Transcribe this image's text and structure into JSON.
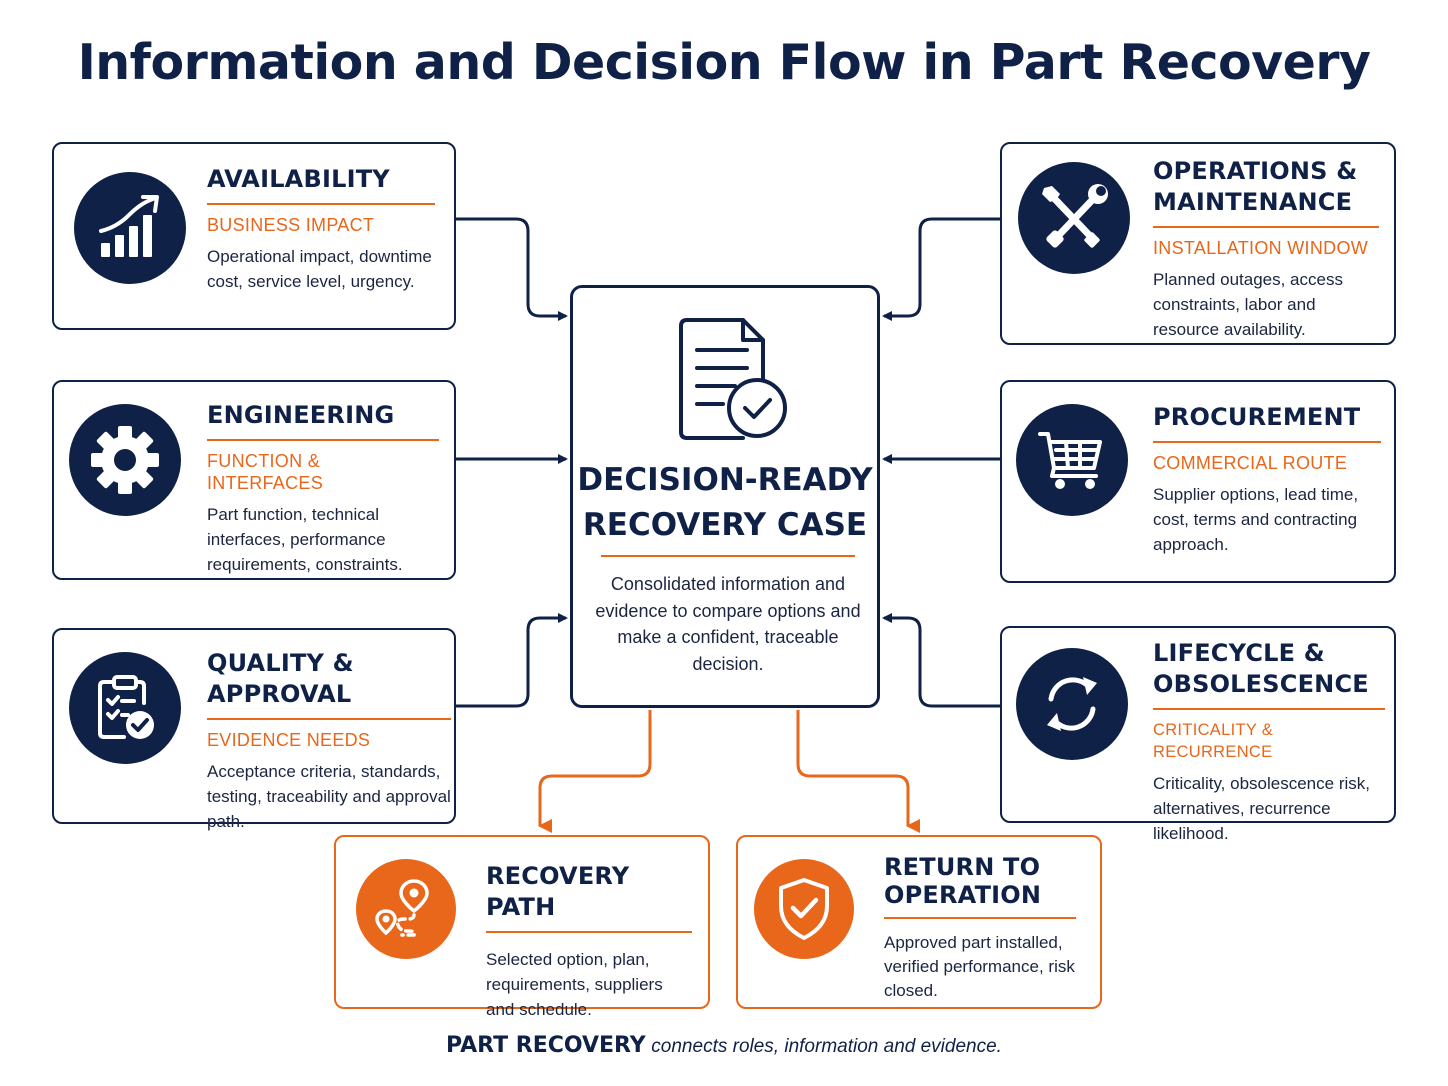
{
  "title": "Information and Decision Flow in Part Recovery",
  "colors": {
    "navy": "#0f2147",
    "orange": "#e8671a",
    "background": "#ffffff"
  },
  "center": {
    "icon": "document-check-icon",
    "title_line1": "DECISION-READY",
    "title_line2": "RECOVERY CASE",
    "body": "Consolidated information and evidence to compare options and make a confident, traceable decision."
  },
  "inputs_left": [
    {
      "icon": "growth-chart-icon",
      "title": "AVAILABILITY",
      "subtitle": "BUSINESS IMPACT",
      "body": "Operational impact, downtime cost, service level, urgency."
    },
    {
      "icon": "gear-icon",
      "title": "ENGINEERING",
      "subtitle": "FUNCTION & INTERFACES",
      "body": "Part function, technical interfaces, performance requirements, constraints."
    },
    {
      "icon": "clipboard-check-icon",
      "title": "QUALITY & APPROVAL",
      "subtitle": "EVIDENCE NEEDS",
      "body": "Acceptance criteria, standards, testing, traceability and approval path."
    }
  ],
  "inputs_right": [
    {
      "icon": "wrench-screwdriver-icon",
      "title_line1": "OPERATIONS &",
      "title_line2": "MAINTENANCE",
      "subtitle": "INSTALLATION WINDOW",
      "body": "Planned outages, access constraints, labor and resource availability."
    },
    {
      "icon": "shopping-cart-icon",
      "title": "PROCUREMENT",
      "subtitle": "COMMERCIAL ROUTE",
      "body": "Supplier options, lead time, cost, terms and contracting approach."
    },
    {
      "icon": "refresh-cycle-icon",
      "title_line1": "LIFECYCLE &",
      "title_line2": "OBSOLESCENCE",
      "subtitle": "CRITICALITY & RECURRENCE",
      "body": "Criticality, obsolescence risk, alternatives, recurrence likelihood."
    }
  ],
  "outputs": [
    {
      "icon": "route-pin-icon",
      "title": "RECOVERY PATH",
      "body": "Selected option, plan, requirements, suppliers and schedule."
    },
    {
      "icon": "shield-check-icon",
      "title_line1": "RETURN TO",
      "title_line2": "OPERATION",
      "body": "Approved part installed, verified performance, risk closed."
    }
  ],
  "footer": {
    "strong": "PART RECOVERY",
    "rest": "connects roles, information and evidence."
  }
}
